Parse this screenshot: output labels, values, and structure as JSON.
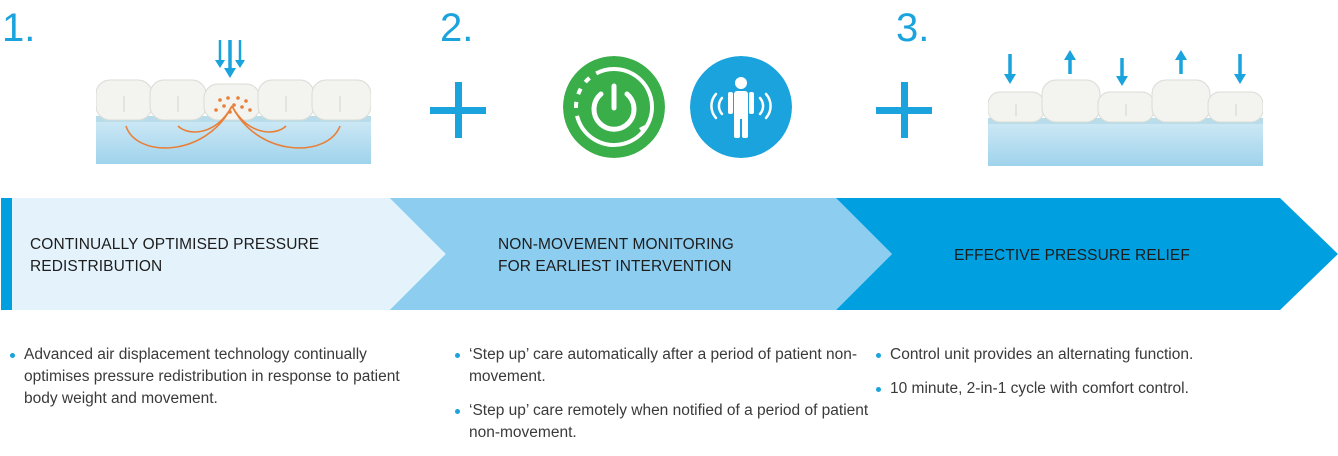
{
  "steps": [
    {
      "number": "1.",
      "title": "CONTINUALLY OPTIMISED PRESSURE REDISTRIBUTION",
      "title_line1": "CONTINUALLY OPTIMISED PRESSURE",
      "title_line2": "REDISTRIBUTION",
      "bullets": [
        "Advanced air displacement technology continually optimises pressure redistribution in response to patient body weight and movement."
      ]
    },
    {
      "number": "2.",
      "title_line1": "NON-MOVEMENT MONITORING",
      "title_line2": "FOR EARLIEST INTERVENTION",
      "bullets": [
        "‘Step up’ care automatically after a period of patient non-movement.",
        "‘Step up’ care remotely when notified of a period of patient non-movement."
      ]
    },
    {
      "number": "3.",
      "title_line1": "EFFECTIVE PRESSURE RELIEF",
      "bullets": [
        "Control unit provides an alternating function.",
        "10 minute, 2-in-1 cycle with comfort control."
      ]
    }
  ],
  "icons": {
    "step1": "mattress-redistribution-icon",
    "power": "power-icon",
    "person": "person-movement-icon",
    "step3": "mattress-alternating-icon",
    "plus": "plus-icon"
  },
  "colors": {
    "accent": "#1aa3dd",
    "green": "#3aae49",
    "banner1": "#e3f2fb",
    "banner2": "#8dcdef",
    "banner3": "#009fe0"
  }
}
